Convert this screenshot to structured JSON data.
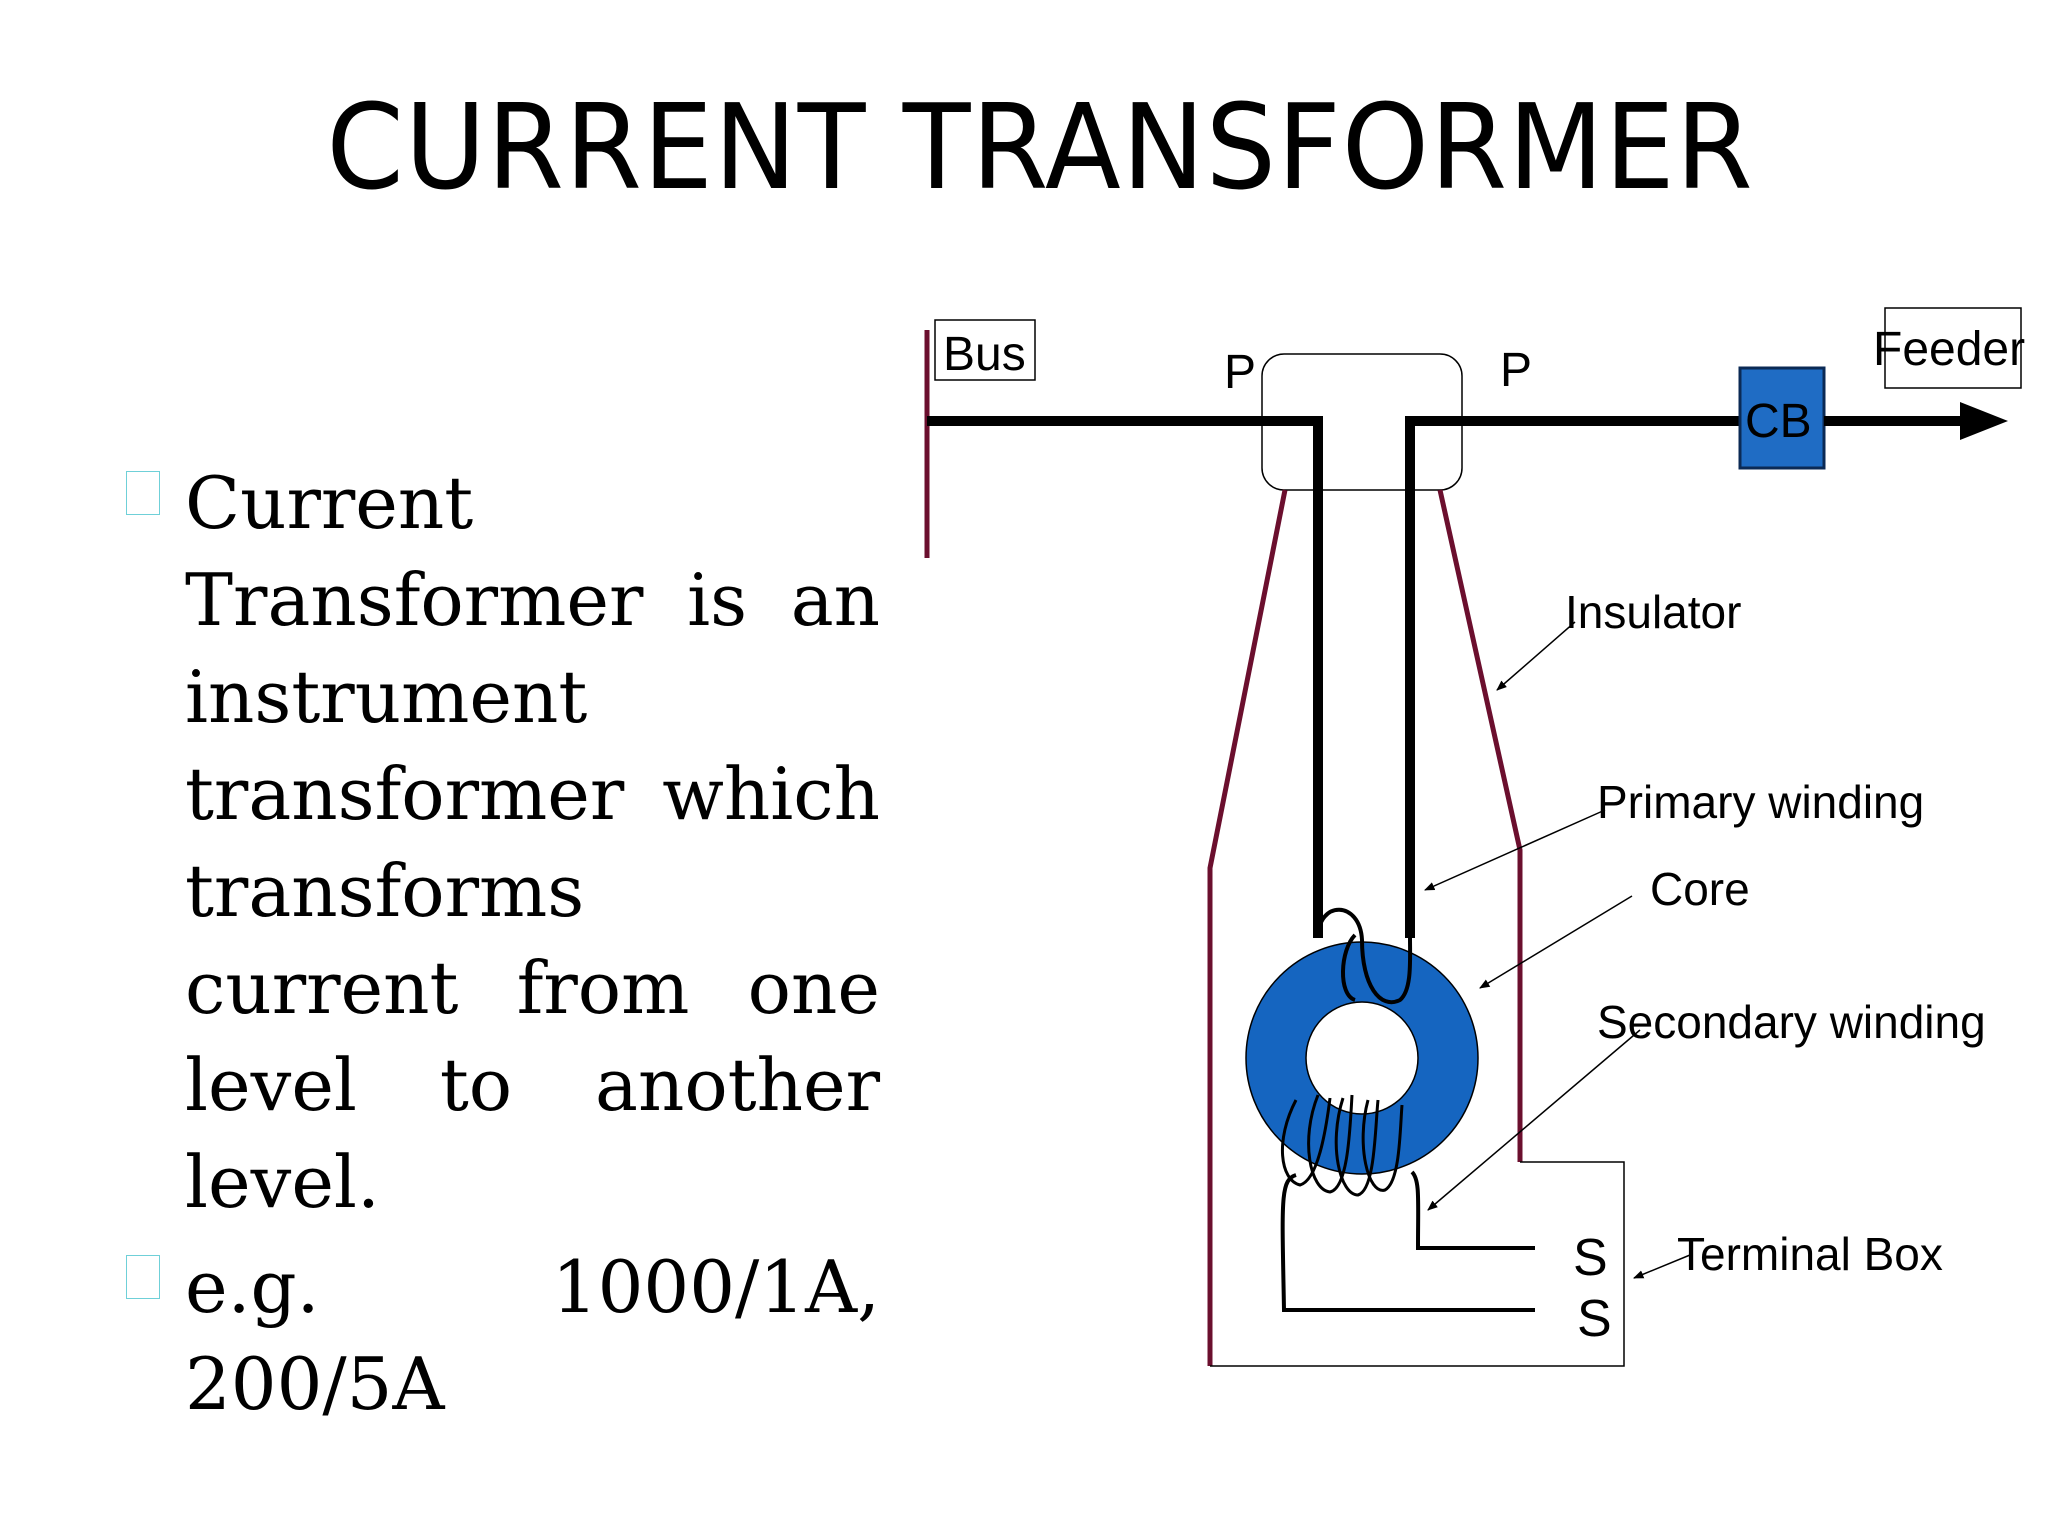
{
  "title": "CURRENT TRANSFORMER",
  "bullets": [
    {
      "text": "Current Transformer is an instrument transformer which transforms current from one level to another level."
    },
    {
      "text": "e.g. 1000/1A, 200/5A"
    }
  ],
  "diagram": {
    "bus_label": "Bus",
    "primary_left_label": "P",
    "primary_right_label": "P",
    "cb_label": "CB",
    "feeder_label": "Feeder",
    "insulator_label": "Insulator",
    "primary_winding_label": "Primary winding",
    "core_label": "Core",
    "secondary_winding_label": "Secondary winding",
    "terminal_s1_label": "S",
    "terminal_s2_label": "S",
    "terminal_box_label": "Terminal Box",
    "colors": {
      "insulator": "#6b0f2e",
      "core": "#1565c0",
      "cb": "#1f6cc4",
      "conductor": "#000000"
    }
  }
}
